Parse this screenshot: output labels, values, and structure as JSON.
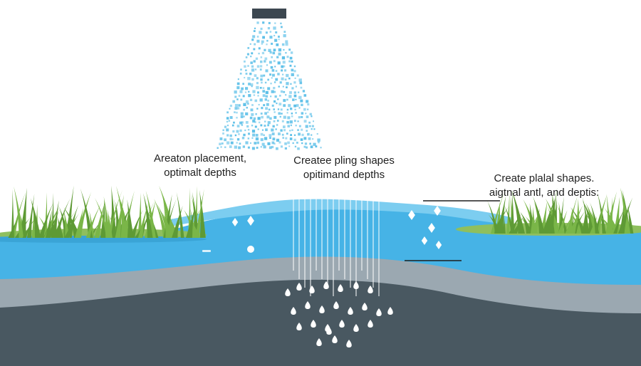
{
  "diagram": {
    "labels": {
      "left": {
        "line1": "Areaton placement,",
        "line2": "optimalt depths"
      },
      "center": {
        "line1": "Createe pling shapes",
        "line2": "opitimand depths"
      },
      "right": {
        "line1": "Create plalal shapes.",
        "line2": "aigtnal antl, and deptis:"
      }
    },
    "icons": [
      "sprinkler-head-icon",
      "water-spray-icon",
      "grass-icon",
      "diamond-bubble-icon",
      "water-droplet-icon"
    ],
    "colors": {
      "water": "#46b3e6",
      "water_light": "#7ccdf0",
      "grass": "#7ab648",
      "grass_dark": "#5e9a35",
      "soil_top": "#9ba8b1",
      "soil_deep": "#495861",
      "sprinkler": "#3c4750",
      "spray": "#5bbfe8"
    }
  }
}
